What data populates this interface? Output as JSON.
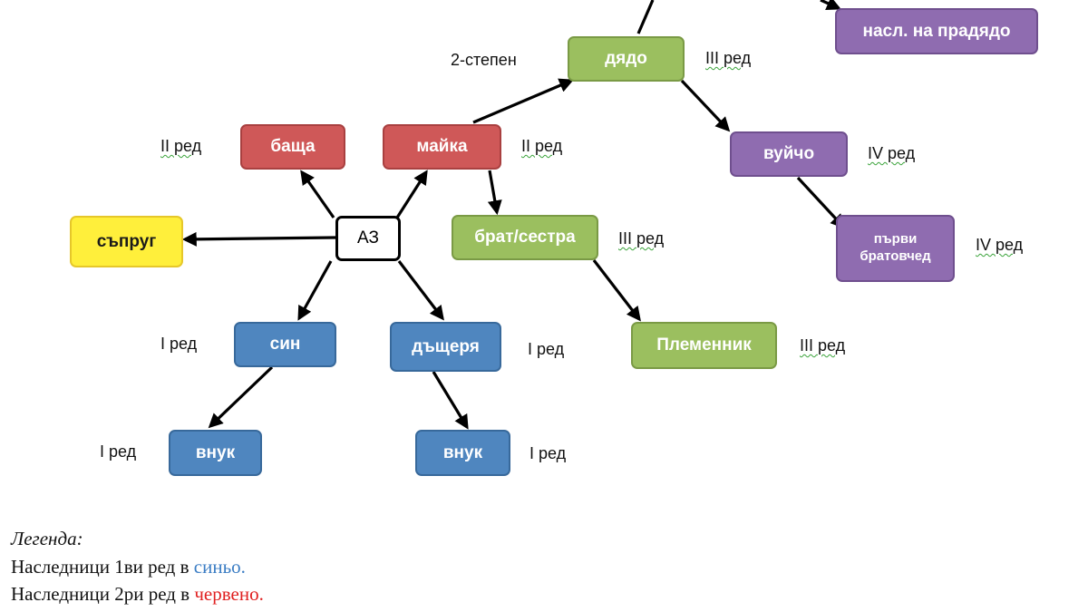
{
  "nodes": {
    "self": "АЗ",
    "spouse": "съпруг",
    "father": "баща",
    "mother": "майка",
    "grandfather": "дядо",
    "great_grandfather_heir": "насл. на прадядо",
    "uncle": "вуйчо",
    "cousin_line1": "първи",
    "cousin_line2": "братовчед",
    "sibling": "брат/сестра",
    "nephew": "Племенник",
    "son": "син",
    "daughter": "дъщеря",
    "grandchild_son": "внук",
    "grandchild_daughter": "внук"
  },
  "labels": {
    "father_order": "II ред",
    "mother_order": "II ред",
    "grandfather_degree": "2-степен",
    "grandfather_order": "III ред",
    "uncle_order": "IV ред",
    "cousin_order": "IV ред",
    "sibling_order": "III ред",
    "nephew_order": "III ред",
    "son_order": "I ред",
    "daughter_order": "I ред",
    "grandchild_son_order": "I ред",
    "grandchild_daughter_order": "I ред"
  },
  "legend": {
    "title": "Легенда:",
    "line1_prefix": "Наследници 1ви ред в ",
    "line1_color_word": "синьо.",
    "line2_prefix": "Наследници 2ри ред в ",
    "line2_color_word": "червено."
  },
  "colors": {
    "blue": "#4f86bf",
    "red": "#cf5858",
    "green": "#9bbf5f",
    "purple": "#8f6cb0",
    "yellow": "#ffef3b",
    "legend_blue": "#3b7dc4",
    "legend_red": "#e02020"
  }
}
